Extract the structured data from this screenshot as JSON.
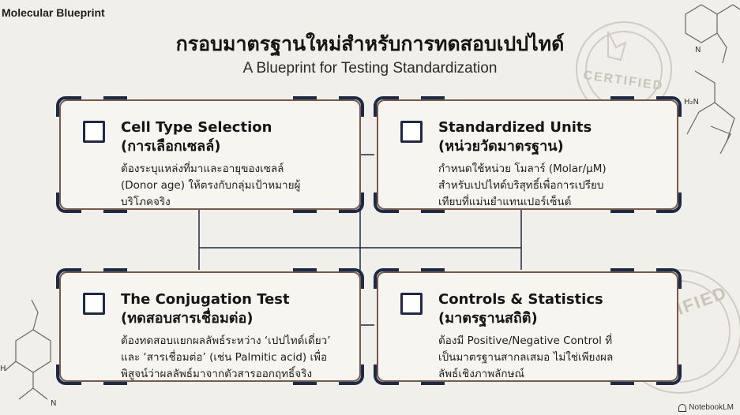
{
  "brand": "Molecular Blueprint",
  "title": "กรอบมาตรฐานใหม่สำหรับการทดสอบเปปไทด์",
  "subtitle": "A Blueprint for Testing Standardization",
  "cards": [
    {
      "title_en": "Cell Type Selection",
      "title_th": "(การเลือกเซลล์)",
      "body": [
        "ต้องระบุแหล่งที่มาและอายุของเซลล์",
        "(Donor age) ให้ตรงกับกลุ่มเป้าหมายผู้",
        "บริโภคจริง"
      ]
    },
    {
      "title_en": "Standardized Units",
      "title_th": "(หน่วยวัดมาตรฐาน)",
      "body": [
        "กำหนดใช้หน่วย โมลาร์ (Molar/µM)",
        "สำหรับเปปไทด์บริสุทธิ์เพื่อการเปรียบ",
        "เทียบที่แม่นยำแทนเปอร์เซ็นต์"
      ]
    },
    {
      "title_en": "The Conjugation Test",
      "title_th": "(ทดสอบสารเชื่อมต่อ)",
      "body": [
        "ต้องทดสอบแยกผลลัพธ์ระหว่าง ‘เปปไทด์เดี่ยว’",
        "และ ‘สารเชื่อมต่อ’ (เช่น Palmitic acid) เพื่อ",
        "พิสูจน์ว่าผลลัพธ์มาจากตัวสารออกฤทธิ์จริง"
      ]
    },
    {
      "title_en": "Controls & Statistics",
      "title_th": "(มาตรฐานสถิติ)",
      "body": [
        "ต้องมี Positive/Negative Control ที่",
        "เป็นมาตรฐานสากลเสมอ ไม่ใช่เพียงผล",
        "ลัพธ์เชิงภาพลักษณ์"
      ]
    }
  ],
  "stamps": [
    "CERTIFIED",
    "CERTIFIED"
  ],
  "molecule_labels": [
    "H₂N",
    "N",
    "N",
    "H"
  ],
  "logo": "NotebookLM",
  "colors": {
    "navy": "#1b2a4a",
    "copper": "#7a5a46",
    "background": "#f1efe9"
  }
}
